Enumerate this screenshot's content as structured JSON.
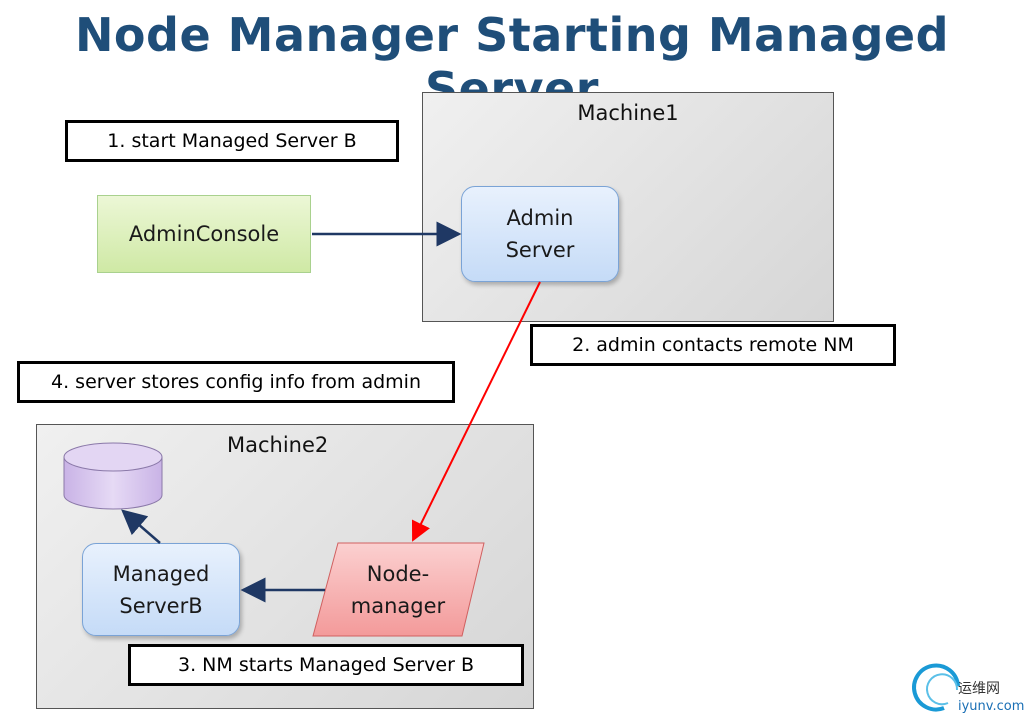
{
  "title": "Node Manager Starting  Managed Server",
  "machines": {
    "machine1": "Machine1",
    "machine2": "Machine2"
  },
  "nodes": {
    "admin_console": "AdminConsole",
    "admin_server_line1": "Admin",
    "admin_server_line2": "Server",
    "node_manager_line1": "Node-",
    "node_manager_line2": "manager",
    "managed_server_line1": "Managed",
    "managed_server_line2": "ServerB"
  },
  "steps": {
    "step1": "1. start Managed Server B",
    "step2": "2. admin contacts remote NM",
    "step3": "3. NM starts Managed Server B",
    "step4": "4. server stores config info from admin"
  },
  "colors": {
    "title": "#1f4e79",
    "arrow_dark": "#1f3864",
    "arrow_red": "#ff0000",
    "db_fill": "#d9c8ee",
    "node_manager_fill": "#f8b8b8"
  },
  "watermark": {
    "line1": "运维网",
    "line2": "iyunv.com"
  }
}
